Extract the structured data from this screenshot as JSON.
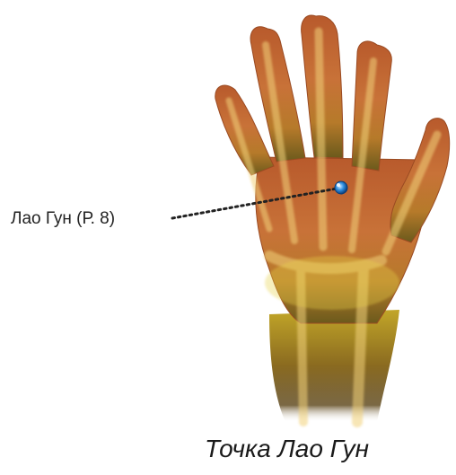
{
  "annotation": {
    "point_label": "Лао Гун (Р. 8)",
    "point_color": "#1e7fd0"
  },
  "caption": "Точка Лао Гун",
  "illustration": {
    "subject": "hand-palm-with-bones",
    "colors": {
      "skin": "#c8703a",
      "bone": "#f2d27a",
      "forearm_glow": "#d9c22a"
    }
  }
}
